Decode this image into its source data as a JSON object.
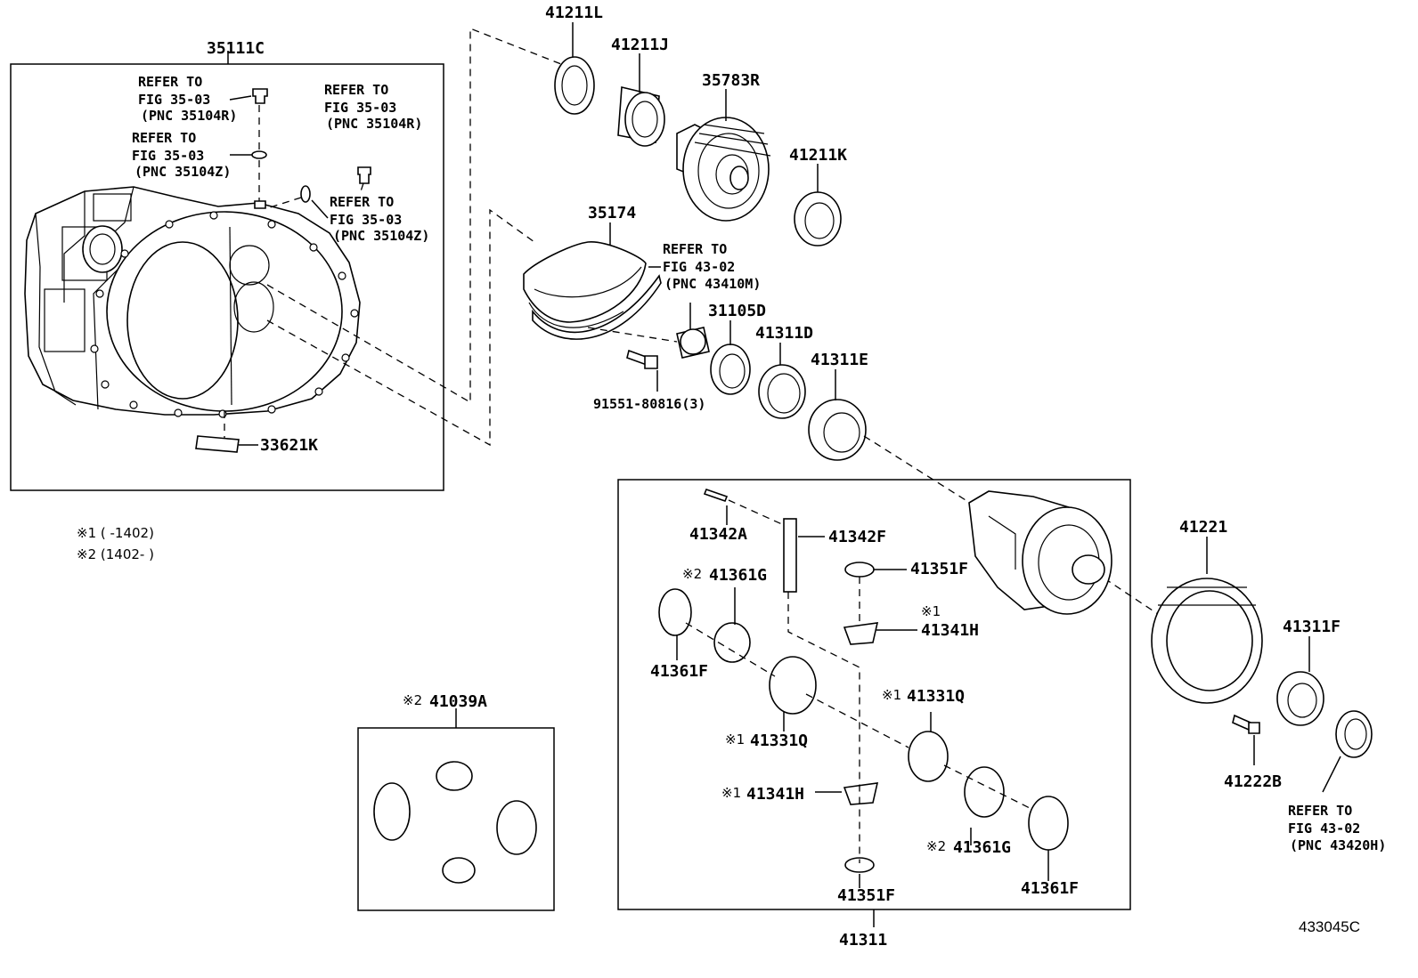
{
  "diagram_id": "433045C",
  "notes": {
    "note1": "※1 (   -1402)",
    "note2": "※2 (1402-   )"
  },
  "labels": {
    "p35111C": "35111C",
    "p33621K": "33621K",
    "p41211L": "41211L",
    "p41211J": "41211J",
    "p35783R": "35783R",
    "p41211K": "41211K",
    "p35174": "35174",
    "p31105D": "31105D",
    "p41311D": "41311D",
    "p41311E": "41311E",
    "p91551": "91551-80816(3)",
    "p41342A": "41342A",
    "p41342F": "41342F",
    "p41361G_top": "41361G",
    "p41351F_top": "41351F",
    "p41341H_top": "41341H",
    "p41361F_left": "41361F",
    "p41331Q_right": "41331Q",
    "p41331Q_left": "41331Q",
    "p41341H_bottom": "41341H",
    "p41361G_bottom": "41361G",
    "p41351F_bottom": "41351F",
    "p41361F_right": "41361F",
    "p41311": "41311",
    "p41039A": "41039A",
    "p41221": "41221",
    "p41311F": "41311F",
    "p41222B": "41222B"
  },
  "marks": {
    "m1": "※1",
    "m2": "※2"
  },
  "refs": {
    "r1": [
      "REFER TO",
      "FIG 35-03",
      "(PNC 35104R)"
    ],
    "r2": [
      "REFER TO",
      "FIG 35-03",
      "(PNC 35104Z)"
    ],
    "r3": [
      "REFER TO",
      "FIG 35-03",
      "(PNC 35104R)"
    ],
    "r4": [
      "REFER TO",
      "FIG 35-03",
      "(PNC 35104Z)"
    ],
    "r5": [
      "REFER TO",
      "FIG 43-02",
      "(PNC 43410M)"
    ],
    "r6": [
      "REFER TO",
      "FIG 43-02",
      "(PNC 43420H)"
    ]
  }
}
